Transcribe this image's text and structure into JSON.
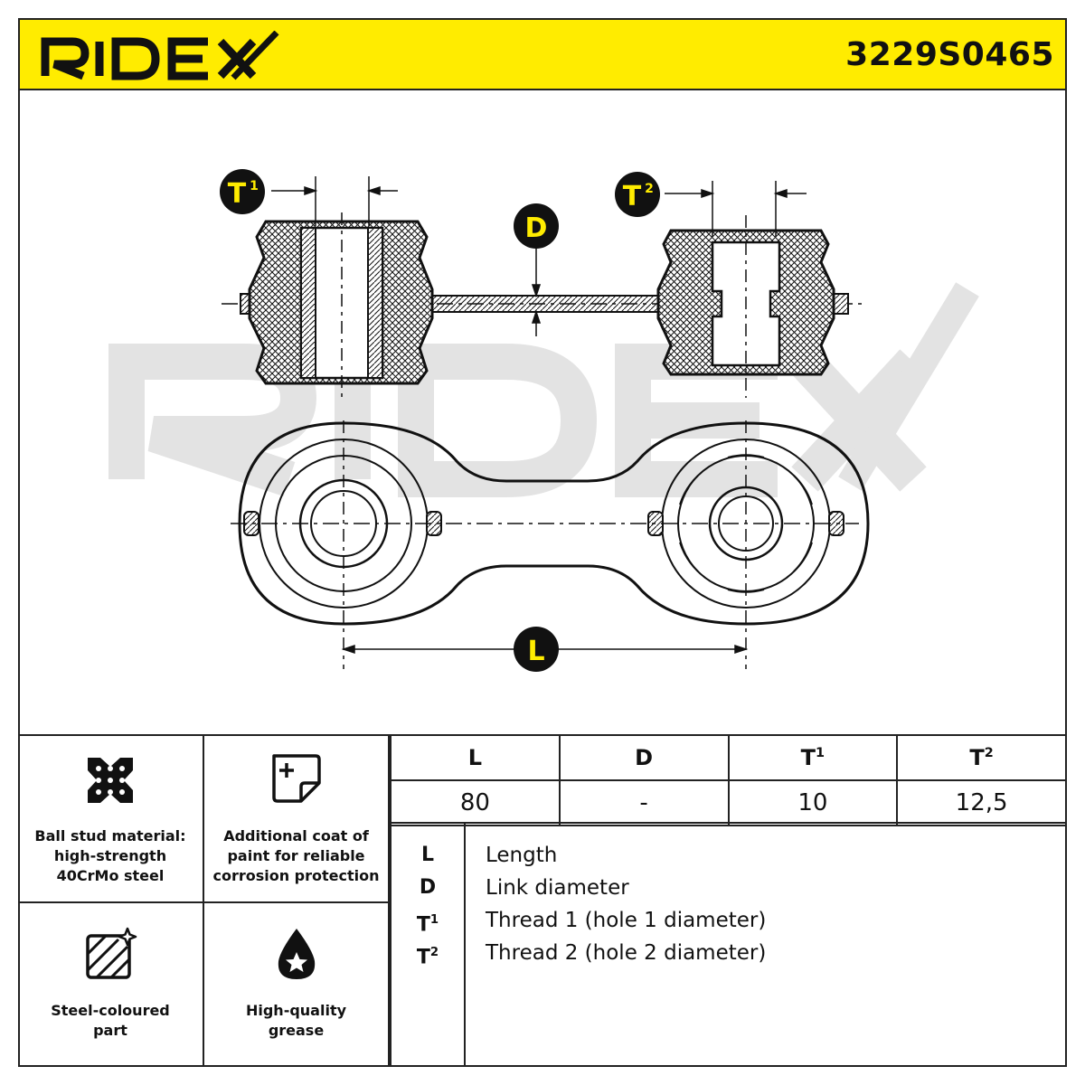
{
  "header": {
    "brand": "RIDEX",
    "part_number": "3229S0465"
  },
  "drawing": {
    "watermark": "RIDEX",
    "callouts": {
      "t1": "T",
      "t1_sup": "1",
      "t2": "T",
      "t2_sup": "2",
      "d": "D",
      "l": "L"
    }
  },
  "features": [
    {
      "icon": "ball-stud-icon",
      "label_lines": [
        "Ball stud material:",
        "high-strength",
        "40CrMo steel"
      ]
    },
    {
      "icon": "paint-coat-icon",
      "label_lines": [
        "Additional coat of",
        "paint for reliable",
        "corrosion protection"
      ]
    },
    {
      "icon": "steel-coloured-icon",
      "label_lines": [
        "Steel-coloured",
        "part"
      ]
    },
    {
      "icon": "grease-drop-icon",
      "label_lines": [
        "High-quality",
        "grease"
      ]
    }
  ],
  "spec_table": {
    "headers": [
      {
        "main": "L",
        "sup": ""
      },
      {
        "main": "D",
        "sup": ""
      },
      {
        "main": "T",
        "sup": "1"
      },
      {
        "main": "T",
        "sup": "2"
      }
    ],
    "values": [
      "80",
      "-",
      "10",
      "12,5"
    ]
  },
  "legend": [
    {
      "key": "L",
      "sup": "",
      "text": "Length"
    },
    {
      "key": "D",
      "sup": "",
      "text": "Link diameter"
    },
    {
      "key": "T",
      "sup": "1",
      "text": "Thread 1 (hole 1 diameter)"
    },
    {
      "key": "T",
      "sup": "2",
      "text": "Thread 2 (hole 2 diameter)"
    }
  ],
  "colors": {
    "brand_yellow": "#ffec00",
    "ink": "#111111",
    "watermark": "#e3e3e3"
  }
}
